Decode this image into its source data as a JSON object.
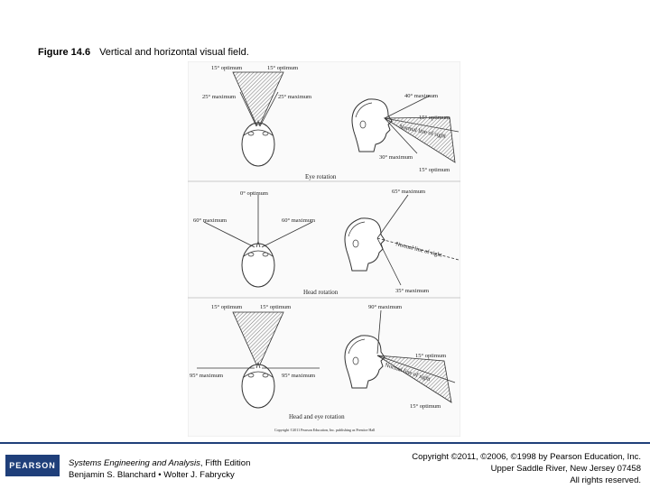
{
  "figure": {
    "number": "Figure 14.6",
    "title": "Vertical and horizontal visual field."
  },
  "panels": {
    "eye": {
      "top_left_label": "15° optimum",
      "top_right_label": "15° optimum",
      "left_max": "25° maximum",
      "right_max": "25° maximum",
      "side_up_max": "40° maximum",
      "side_optimum_up": "15° optimum",
      "side_line": "Normal line of sight",
      "side_down_max": "30° maximum",
      "side_optimum_down": "15° optimum",
      "caption": "Eye rotation"
    },
    "head": {
      "top_label": "0° optimum",
      "left_max": "60° maximum",
      "right_max": "60° maximum",
      "side_up_max": "65° maximum",
      "side_line": "Normal line of sight",
      "side_down_max": "35° maximum",
      "caption": "Head rotation"
    },
    "head_eye": {
      "top_left_label": "15° optimum",
      "top_right_label": "15° optimum",
      "left_max": "95° maximum",
      "right_max": "95° maximum",
      "side_up_max": "90° maximum",
      "side_optimum_up": "15° optimum",
      "side_line": "Normal line of sight",
      "side_optimum_down": "15° optimum",
      "caption": "Head and eye rotation"
    }
  },
  "fine_print": "Copyright ©2011 Pearson Education, Inc. publishing as Prentice Hall",
  "footer": {
    "logo": "PEARSON",
    "book_title": "Systems Engineering and Analysis",
    "book_edition": ", Fifth Edition",
    "authors": "Benjamin S. Blanchard • Wolter J. Fabrycky",
    "copyright_line1": "Copyright ©2011, ©2006, ©1998 by Pearson Education, Inc.",
    "copyright_line2": "Upper Saddle River, New Jersey 07458",
    "copyright_line3": "All rights reserved."
  },
  "colors": {
    "footer_rule": "#1f3f7a",
    "logo_bg": "#1f3f7a",
    "line": "#333333",
    "hatch": "#777777"
  }
}
